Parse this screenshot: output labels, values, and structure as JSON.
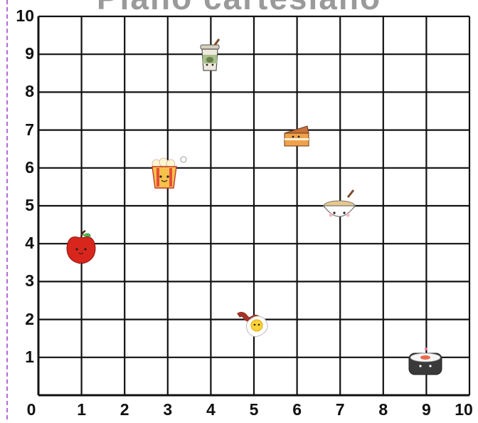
{
  "title": "Plano  cartesiano",
  "axes": {
    "x_ticks": [
      "0",
      "1",
      "2",
      "3",
      "4",
      "5",
      "6",
      "7",
      "8",
      "9",
      "10"
    ],
    "y_ticks": [
      "1",
      "2",
      "3",
      "4",
      "5",
      "6",
      "7",
      "8",
      "9",
      "10"
    ],
    "xlim": [
      0,
      10
    ],
    "ylim": [
      0,
      10
    ]
  },
  "items": [
    {
      "id": "coffee-cup",
      "x": 4,
      "y": 9
    },
    {
      "id": "cake-slice",
      "x": 6,
      "y": 7
    },
    {
      "id": "popcorn",
      "x": 3,
      "y": 6
    },
    {
      "id": "noodle-bowl",
      "x": 7,
      "y": 5
    },
    {
      "id": "apple",
      "x": 1,
      "y": 4
    },
    {
      "id": "egg-bacon",
      "x": 5,
      "y": 2
    },
    {
      "id": "sushi-roll",
      "x": 9,
      "y": 1
    }
  ],
  "colors": {
    "grid": "#111111",
    "border": "#b36ad6",
    "title": "#9a9a9a"
  }
}
